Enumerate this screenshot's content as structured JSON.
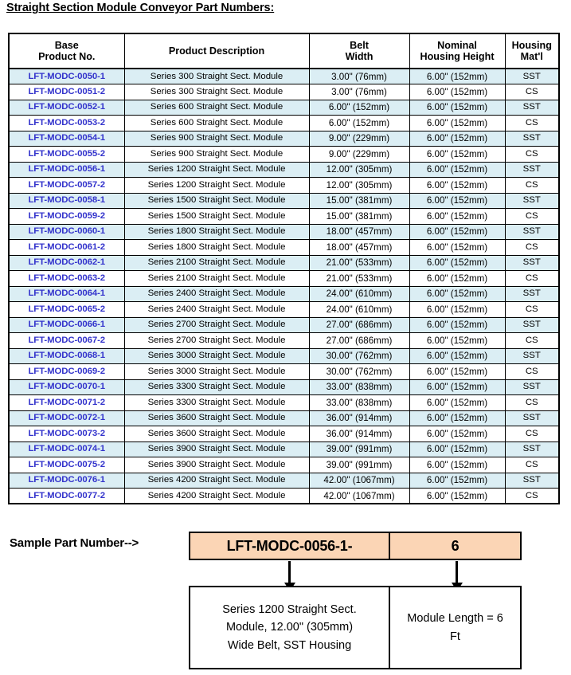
{
  "page": {
    "title": "Straight Section Module Conveyor Part Numbers:"
  },
  "colors": {
    "row_highlight": "#DBEEF4",
    "part_number_text": "#3333CC",
    "sample_box_fill": "#FBD5B5",
    "border": "#000000"
  },
  "table": {
    "headers": [
      "Base\nProduct No.",
      "Product Description",
      "Belt\nWidth",
      "Nominal\nHousing Height",
      "Housing\nMat'l"
    ],
    "headers_lines": {
      "h0_l1": "Base",
      "h0_l2": "Product No.",
      "h1_l1": "Product Description",
      "h2_l1": "Belt",
      "h2_l2": "Width",
      "h3_l1": "Nominal",
      "h3_l2": "Housing Height",
      "h4_l1": "Housing",
      "h4_l2": "Mat'l"
    },
    "rows": [
      {
        "part_no": "LFT-MODC-0050-1",
        "description": "Series 300 Straight Sect. Module",
        "belt_width": "3.00\" (76mm)",
        "housing_height": "6.00\" (152mm)",
        "material": "SST"
      },
      {
        "part_no": "LFT-MODC-0051-2",
        "description": "Series 300 Straight Sect. Module",
        "belt_width": "3.00\" (76mm)",
        "housing_height": "6.00\" (152mm)",
        "material": "CS"
      },
      {
        "part_no": "LFT-MODC-0052-1",
        "description": "Series 600 Straight Sect. Module",
        "belt_width": "6.00\" (152mm)",
        "housing_height": "6.00\" (152mm)",
        "material": "SST"
      },
      {
        "part_no": "LFT-MODC-0053-2",
        "description": "Series 600 Straight Sect. Module",
        "belt_width": "6.00\" (152mm)",
        "housing_height": "6.00\" (152mm)",
        "material": "CS"
      },
      {
        "part_no": "LFT-MODC-0054-1",
        "description": "Series 900 Straight Sect. Module",
        "belt_width": "9.00\" (229mm)",
        "housing_height": "6.00\" (152mm)",
        "material": "SST"
      },
      {
        "part_no": "LFT-MODC-0055-2",
        "description": "Series 900 Straight Sect. Module",
        "belt_width": "9.00\" (229mm)",
        "housing_height": "6.00\" (152mm)",
        "material": "CS"
      },
      {
        "part_no": "LFT-MODC-0056-1",
        "description": "Series 1200 Straight Sect. Module",
        "belt_width": "12.00\" (305mm)",
        "housing_height": "6.00\" (152mm)",
        "material": "SST"
      },
      {
        "part_no": "LFT-MODC-0057-2",
        "description": "Series 1200 Straight Sect. Module",
        "belt_width": "12.00\" (305mm)",
        "housing_height": "6.00\" (152mm)",
        "material": "CS"
      },
      {
        "part_no": "LFT-MODC-0058-1",
        "description": "Series 1500 Straight Sect. Module",
        "belt_width": "15.00\" (381mm)",
        "housing_height": "6.00\" (152mm)",
        "material": "SST"
      },
      {
        "part_no": "LFT-MODC-0059-2",
        "description": "Series 1500 Straight Sect. Module",
        "belt_width": "15.00\" (381mm)",
        "housing_height": "6.00\" (152mm)",
        "material": "CS"
      },
      {
        "part_no": "LFT-MODC-0060-1",
        "description": "Series 1800 Straight Sect. Module",
        "belt_width": "18.00\" (457mm)",
        "housing_height": "6.00\" (152mm)",
        "material": "SST"
      },
      {
        "part_no": "LFT-MODC-0061-2",
        "description": "Series 1800 Straight Sect. Module",
        "belt_width": "18.00\" (457mm)",
        "housing_height": "6.00\" (152mm)",
        "material": "CS"
      },
      {
        "part_no": "LFT-MODC-0062-1",
        "description": "Series 2100 Straight Sect. Module",
        "belt_width": "21.00\" (533mm)",
        "housing_height": "6.00\" (152mm)",
        "material": "SST"
      },
      {
        "part_no": "LFT-MODC-0063-2",
        "description": "Series 2100 Straight Sect. Module",
        "belt_width": "21.00\" (533mm)",
        "housing_height": "6.00\" (152mm)",
        "material": "CS"
      },
      {
        "part_no": "LFT-MODC-0064-1",
        "description": "Series 2400 Straight Sect. Module",
        "belt_width": "24.00\" (610mm)",
        "housing_height": "6.00\" (152mm)",
        "material": "SST"
      },
      {
        "part_no": "LFT-MODC-0065-2",
        "description": "Series 2400 Straight Sect. Module",
        "belt_width": "24.00\" (610mm)",
        "housing_height": "6.00\" (152mm)",
        "material": "CS"
      },
      {
        "part_no": "LFT-MODC-0066-1",
        "description": "Series 2700 Straight Sect. Module",
        "belt_width": "27.00\" (686mm)",
        "housing_height": "6.00\" (152mm)",
        "material": "SST"
      },
      {
        "part_no": "LFT-MODC-0067-2",
        "description": "Series 2700 Straight Sect. Module",
        "belt_width": "27.00\" (686mm)",
        "housing_height": "6.00\" (152mm)",
        "material": "CS"
      },
      {
        "part_no": "LFT-MODC-0068-1",
        "description": "Series 3000 Straight Sect. Module",
        "belt_width": "30.00\" (762mm)",
        "housing_height": "6.00\" (152mm)",
        "material": "SST"
      },
      {
        "part_no": "LFT-MODC-0069-2",
        "description": "Series 3000 Straight Sect. Module",
        "belt_width": "30.00\" (762mm)",
        "housing_height": "6.00\" (152mm)",
        "material": "CS"
      },
      {
        "part_no": "LFT-MODC-0070-1",
        "description": "Series 3300 Straight Sect. Module",
        "belt_width": "33.00\" (838mm)",
        "housing_height": "6.00\" (152mm)",
        "material": "SST"
      },
      {
        "part_no": "LFT-MODC-0071-2",
        "description": "Series 3300 Straight Sect. Module",
        "belt_width": "33.00\" (838mm)",
        "housing_height": "6.00\" (152mm)",
        "material": "CS"
      },
      {
        "part_no": "LFT-MODC-0072-1",
        "description": "Series 3600 Straight Sect. Module",
        "belt_width": "36.00\" (914mm)",
        "housing_height": "6.00\" (152mm)",
        "material": "SST"
      },
      {
        "part_no": "LFT-MODC-0073-2",
        "description": "Series 3600 Straight Sect. Module",
        "belt_width": "36.00\" (914mm)",
        "housing_height": "6.00\" (152mm)",
        "material": "CS"
      },
      {
        "part_no": "LFT-MODC-0074-1",
        "description": "Series 3900 Straight Sect. Module",
        "belt_width": "39.00\" (991mm)",
        "housing_height": "6.00\" (152mm)",
        "material": "SST"
      },
      {
        "part_no": "LFT-MODC-0075-2",
        "description": "Series 3900 Straight Sect. Module",
        "belt_width": "39.00\" (991mm)",
        "housing_height": "6.00\" (152mm)",
        "material": "CS"
      },
      {
        "part_no": "LFT-MODC-0076-1",
        "description": "Series 4200 Straight Sect. Module",
        "belt_width": "42.00\" (1067mm)",
        "housing_height": "6.00\" (152mm)",
        "material": "SST"
      },
      {
        "part_no": "LFT-MODC-0077-2",
        "description": "Series 4200 Straight Sect. Module",
        "belt_width": "42.00\" (1067mm)",
        "housing_height": "6.00\" (152mm)",
        "material": "CS"
      }
    ]
  },
  "sample": {
    "label": "Sample Part Number-->",
    "base_part": "LFT-MODC-0056-1-",
    "length_code": "6",
    "base_description_l1": "Series 1200 Straight Sect.",
    "base_description_l2": "Module, 12.00\" (305mm)",
    "base_description_l3": "Wide Belt, SST Housing",
    "length_description_l1": "Module Length = 6",
    "length_description_l2": "Ft"
  }
}
